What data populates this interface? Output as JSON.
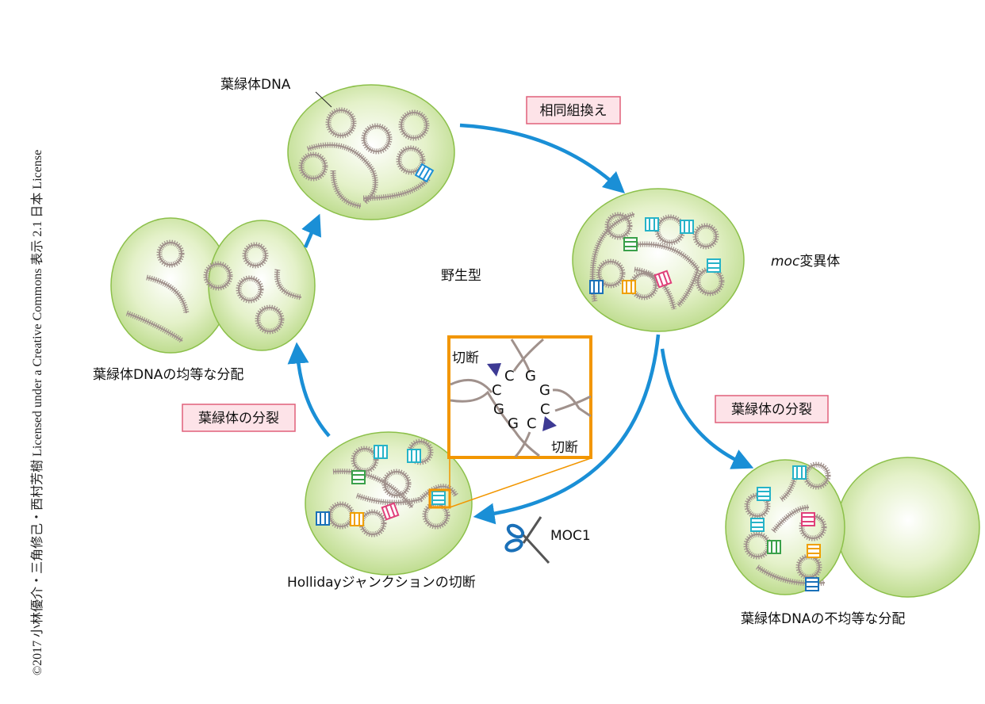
{
  "copyright": "©2017 小林優介・三角修己・西村芳樹 Licensed under a Creative Commons 表示 2.1 日本 License",
  "labels": {
    "chloroplast_dna": "葉緑体DNA",
    "wild_type": "野生型",
    "moc_mutant_italic": "moc",
    "moc_mutant_rest": "変異体",
    "equal_distribution": "葉緑体DNAの均等な分配",
    "unequal_distribution": "葉緑体DNAの不均等な分配",
    "holliday_cleavage": "Hollidayジャンクションの切断",
    "moc1": "MOC1"
  },
  "process_boxes": {
    "recombination": "相同組換え",
    "division_left": "葉緑体の分裂",
    "division_right": "葉緑体の分裂"
  },
  "inset": {
    "cut_label_top": "切断",
    "cut_label_bottom": "切断",
    "bases": [
      "C",
      "G",
      "C",
      "G",
      "G",
      "C",
      "G",
      "C"
    ]
  },
  "colors": {
    "arrow": "#1a8fd6",
    "inset_border": "#f29600",
    "box_fill": "#fde3e8",
    "box_border": "#e0607a",
    "cell_fill": "#c8e29a",
    "cut_marker": "#3d3a94"
  }
}
